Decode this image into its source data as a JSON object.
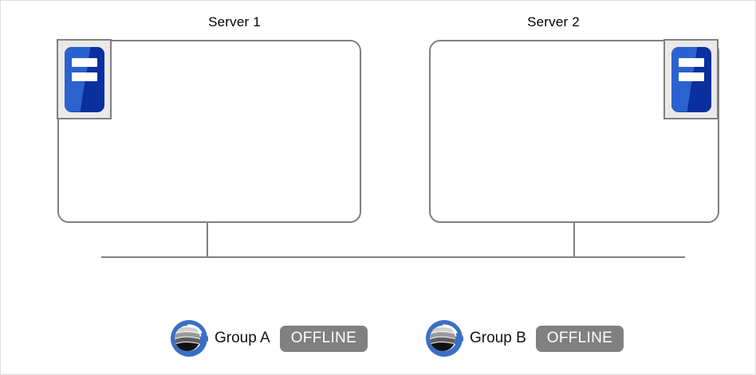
{
  "diagram": {
    "title": "",
    "colors": {
      "box_border": "#808080",
      "icon_blue_light": "#2b62d0",
      "icon_blue_dark": "#0b2f9e",
      "icon_frame_fill": "#e9e9e9",
      "status_badge_bg": "#808080",
      "status_badge_text": "#ffffff",
      "logo_ring": "#3b6fc4",
      "line": "#808080",
      "page_border": "#dcdcdc"
    },
    "servers": [
      {
        "id": "server-1",
        "title": "Server 1",
        "icon": "server-icon",
        "icon_position": "top-left"
      },
      {
        "id": "server-2",
        "title": "Server 2",
        "icon": "server-icon",
        "icon_position": "top-right"
      }
    ],
    "connections": {
      "bus_label": "",
      "drop_lines": 2
    },
    "groups": [
      {
        "id": "group-a",
        "logo": "globe-g-logo",
        "label": "Group A",
        "status": "OFFLINE"
      },
      {
        "id": "group-b",
        "logo": "globe-g-logo",
        "label": "Group B",
        "status": "OFFLINE"
      }
    ]
  }
}
